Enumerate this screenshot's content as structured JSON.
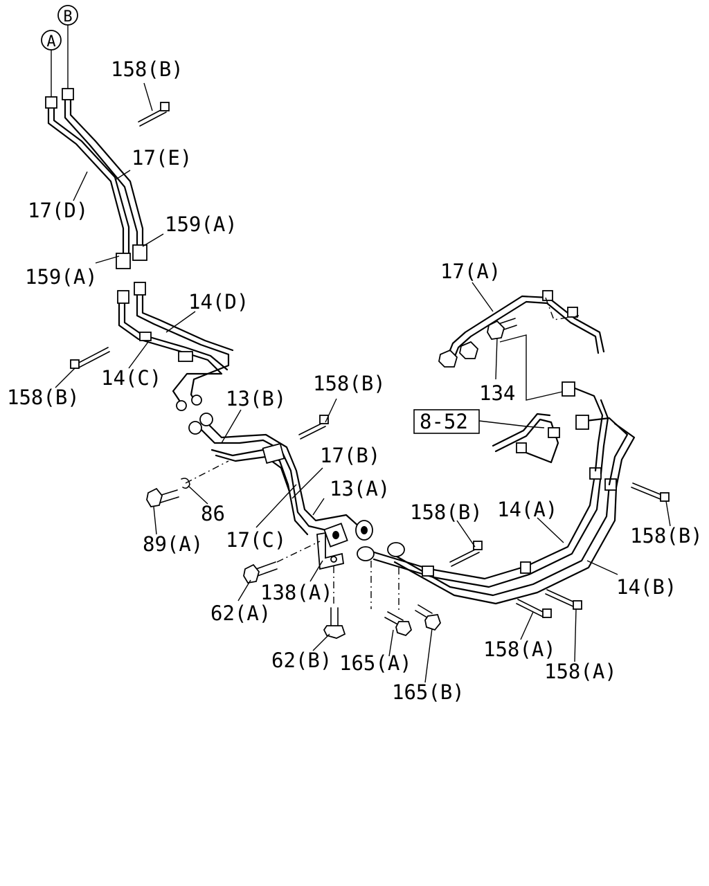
{
  "callouts": {
    "A": "A",
    "B": "B"
  },
  "labels": {
    "l158b_top": "158(B)",
    "l17e": "17(E)",
    "l17d": "17(D)",
    "l159a_right": "159(A)",
    "l159a_left": "159(A)",
    "l14d": "14(D)",
    "l14c": "14(C)",
    "l158b_left": "158(B)",
    "l13b": "13(B)",
    "l158b_mid": "158(B)",
    "l17b": "17(B)",
    "l13a": "13(A)",
    "l86": "86",
    "l89a": "89(A)",
    "l17c": "17(C)",
    "l138a": "138(A)",
    "l62a": "62(A)",
    "l62b": "62(B)",
    "l165a": "165(A)",
    "l165b": "165(B)",
    "l158b_lower": "158(B)",
    "l14a": "14(A)",
    "l14b": "14(B)",
    "l158a_1": "158(A)",
    "l158a_2": "158(A)",
    "l158b_right": "158(B)",
    "l17a": "17(A)",
    "l134": "134",
    "ref852": "8-52"
  }
}
